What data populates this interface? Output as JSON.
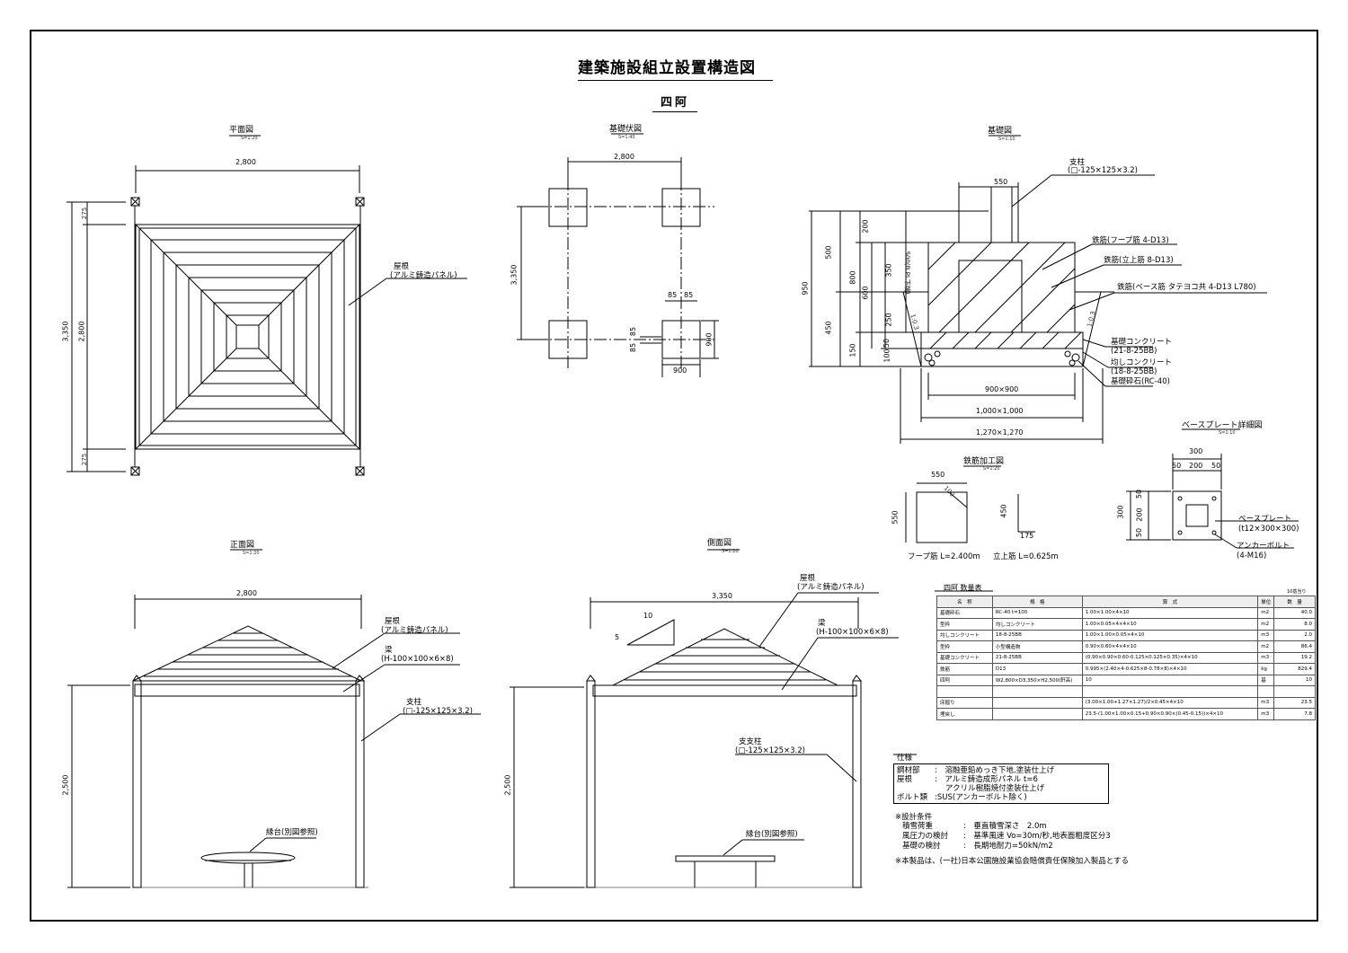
{
  "title": "建築施設組立設置構造図",
  "subtitle": "四阿",
  "views": {
    "plan": {
      "title": "平面図",
      "scale": "S=1:20",
      "dim_w": "2,800",
      "dim_total": "3,350",
      "dim_inner": "2,800",
      "dim_top": "275",
      "dim_bottom": "275",
      "roof_label": "屋根",
      "roof_sub": "(アルミ鋳造パネル)"
    },
    "foundation_plan": {
      "title": "基礎伏図",
      "scale": "S=1:40",
      "dim_w": "2,800",
      "dim_h": "3,350",
      "d85a": "85",
      "d85b": "85",
      "d85c": "85",
      "d85d": "85",
      "d900h": "900",
      "d900v": "900"
    },
    "foundation": {
      "title": "基礎図",
      "scale": "S=1:10",
      "col_label": "支柱",
      "col_sub": "(□-125×125×3.2)",
      "d550": "550",
      "d500": "500",
      "d950": "950",
      "d450": "450",
      "d200": "200",
      "d800": "800",
      "d600": "600",
      "d350": "350",
      "d250": "250",
      "d150": "150",
      "d100": "100",
      "d50": "50",
      "d500b": "500(B.PL下端)",
      "slope": "1:0.3",
      "r1": "鉄筋(フープ筋 4-D13)",
      "r2": "鉄筋(立上筋 8-D13)",
      "r3": "鉄筋(ベース筋 タテヨコ共 4-D13 L780)",
      "c1": "基礎コンクリート",
      "c1s": "(21-8-25BB)",
      "c2": "均しコンクリート",
      "c2s": "(18-8-25BB)",
      "c3": "基礎砕石(RC-40)",
      "w1": "900×900",
      "w2": "1,000×1,000",
      "w3": "1,270×1,270"
    },
    "rebar": {
      "title": "鉄筋加工図",
      "scale": "S=1:20",
      "d550": "550",
      "d100": "100",
      "d550v": "550",
      "d450": "450",
      "d175": "175",
      "hoop": "フープ筋 L=2.400m",
      "riser": "立上筋 L=0.625m"
    },
    "baseplate": {
      "title": "ベースプレート詳細図",
      "scale": "S=1:10",
      "d300": "300",
      "d50a": "50",
      "d200": "200",
      "d50b": "50",
      "v300": "300",
      "v50a": "50",
      "v200": "200",
      "v50b": "50",
      "bp": "ベースプレート",
      "bps": "(t12×300×300)",
      "ab": "アンカーボルト",
      "abs": "(4-M16)"
    },
    "front": {
      "title": "正面図",
      "scale": "S=1:20",
      "dim_w": "2,800",
      "dim_h": "2,500",
      "roof": "屋根",
      "roof_sub": "(アルミ鋳造パネル)",
      "beam": "梁",
      "beam_sub": "(H-100×100×6×8)",
      "col": "支柱",
      "col_sub": "(□-125×125×3.2)",
      "bench": "縁台(別図参照)"
    },
    "side": {
      "title": "側面図",
      "scale": "S=1:20",
      "dim_w": "3,350",
      "dim_h": "2,500",
      "roof": "屋根",
      "roof_sub": "(アルミ鋳造パネル)",
      "beam": "梁",
      "beam_sub": "(H-100×100×6×8)",
      "col": "支支柱",
      "col_sub": "(□-125×125×3.2)",
      "bench": "縁台(別図参照)",
      "pitch_run": "10",
      "pitch_rise": "5"
    }
  },
  "quantity": {
    "title": "四阿 数量表",
    "note": "10基当り",
    "headers": [
      "名　称",
      "規　格",
      "算　式",
      "単位",
      "数　量"
    ],
    "rows": [
      [
        "基礎砕石",
        "RC-40 t=100",
        "1.00×1.00×4×10",
        "m2",
        "40.0"
      ],
      [
        "型枠",
        "均しコンクリート",
        "1.00×0.05×4×4×10",
        "m2",
        "8.0"
      ],
      [
        "均しコンクリート",
        "18-8-25BB",
        "1.00×1.00×0.05×4×10",
        "m3",
        "2.0"
      ],
      [
        "型枠",
        "小型構造物",
        "0.90×0.60×4×4×10",
        "m2",
        "86.4"
      ],
      [
        "基礎コンクリート",
        "21-8-25BB",
        "(0.90×0.90×0.60-0.125×0.125×0.35)×4×10",
        "m3",
        "19.2"
      ],
      [
        "鉄筋",
        "D13",
        "0.995×(2.40×4-0.625×8-0.78×8)×4×10",
        "kg",
        "829.4"
      ],
      [
        "四阿",
        "W2,800×D3,350×H2,500(軒高)",
        "10",
        "基",
        "10"
      ],
      [
        "",
        "",
        "",
        "",
        ""
      ],
      [
        "床掘り",
        "",
        "(3.00×1.00+1.27×1.27)/2×0.45×4×10",
        "m3",
        "23.5"
      ],
      [
        "埋戻し",
        "",
        "23.5-(1.00×1.00×0.15+0.90×0.90×(0.45-0.15))×4×10",
        "m3",
        "7.8"
      ]
    ]
  },
  "spec": {
    "title": "仕様",
    "l1k": "鋼材部",
    "l1v": "溶融亜鉛めっき下地,塗装仕上げ",
    "l2k": "屋根",
    "l2v": "アルミ鋳造成形パネル t=6",
    "l3v": "アクリル樹脂焼付塗装仕上げ",
    "l4k": "ボルト類",
    "l4v": "SUS(アンカーボルト除く)",
    "cond": "※設計条件",
    "c1k": "積雪荷重",
    "c1v": "垂直積雪深さ　2.0m",
    "c2k": "風圧力の検討",
    "c2v": "基準風速 Vo=30m/秒,地表面粗度区分3",
    "c3k": "基礎の検討",
    "c3v": "長期地耐力=50kN/m2",
    "note": "※本製品は、(一社)日本公園施設業協会賠償責任保険加入製品とする"
  }
}
